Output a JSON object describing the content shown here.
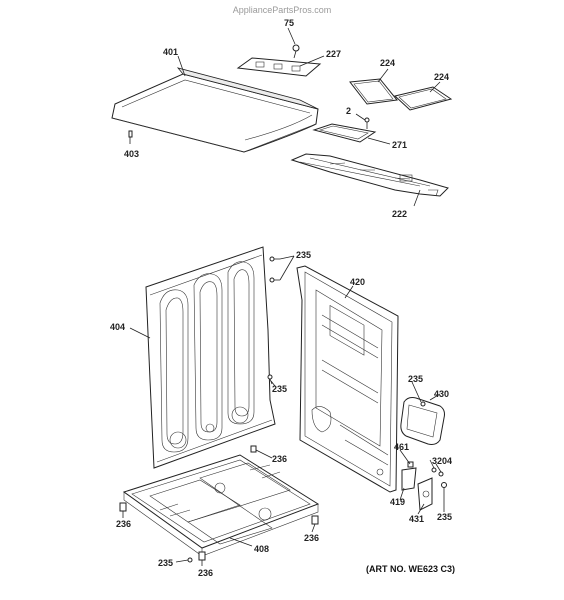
{
  "watermark": "AppliancePartsPros.com",
  "art_number": "(ART NO. WE623 C3)",
  "callouts": {
    "c75": "75",
    "c227": "227",
    "c401": "401",
    "c403": "403",
    "c224a": "224",
    "c224b": "224",
    "c2": "2",
    "c271": "271",
    "c222": "222",
    "c235a": "235",
    "c420": "420",
    "c404": "404",
    "c235b": "235",
    "c235c": "235",
    "c430": "430",
    "c461": "461",
    "c3204": "3204",
    "c419": "419",
    "c431": "431",
    "c235d": "235",
    "c236a": "236",
    "c236b": "236",
    "c236c": "236",
    "c408": "408",
    "c235e": "235",
    "c236d": "236"
  }
}
